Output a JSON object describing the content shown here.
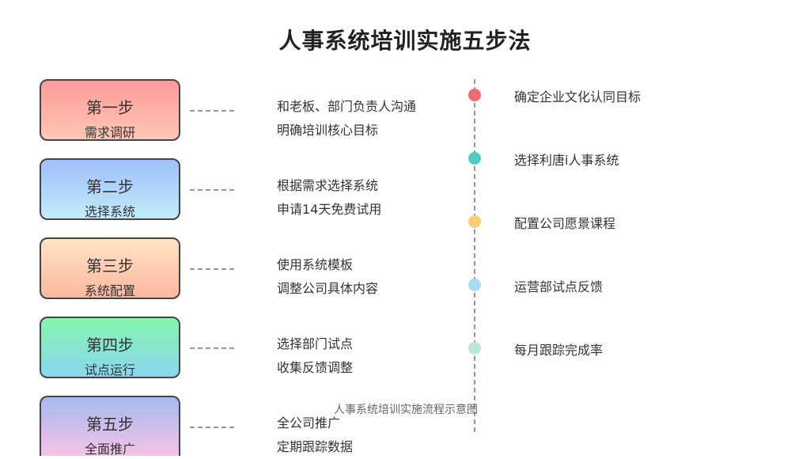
{
  "title": "人事系统培训实施五步法",
  "steps": [
    {
      "num": "第一步",
      "name": "需求调研",
      "desc": [
        "和老板、部门负责人沟通",
        "明确培训核心目标"
      ]
    },
    {
      "num": "第二步",
      "name": "选择系统",
      "desc": [
        "根据需求选择系统",
        "申请14天免费试用"
      ]
    },
    {
      "num": "第三步",
      "name": "系统配置",
      "desc": [
        "使用系统模板",
        "调整公司具体内容"
      ]
    },
    {
      "num": "第四步",
      "name": "试点运行",
      "desc": [
        "选择部门试点",
        "收集反馈调整"
      ]
    },
    {
      "num": "第五步",
      "name": "全面推广",
      "desc": [
        "全公司推广",
        "定期跟踪数据"
      ]
    }
  ],
  "goals": [
    {
      "label": "确定企业文化认同目标",
      "color": "#f26b6b"
    },
    {
      "label": "选择利唐i人事系统",
      "color": "#4ecdc4"
    },
    {
      "label": "配置公司愿景课程",
      "color": "#f9d071"
    },
    {
      "label": "运营部试点反馈",
      "color": "#a8dcf5"
    },
    {
      "label": "每月跟踪完成率",
      "color": "#b9e8d5"
    }
  ],
  "caption": "人事系统培训实施流程示意图",
  "colors": {
    "step1": [
      "#ff9a9a",
      "#fdc7b4"
    ],
    "step2": [
      "#a0bff9",
      "#c1ecf9"
    ],
    "step3": [
      "#ffe3c4",
      "#feb8a0"
    ],
    "step4": [
      "#86f5ae",
      "#89d6ef"
    ],
    "step5": [
      "#a6b9ef",
      "#f5c3e6"
    ]
  }
}
